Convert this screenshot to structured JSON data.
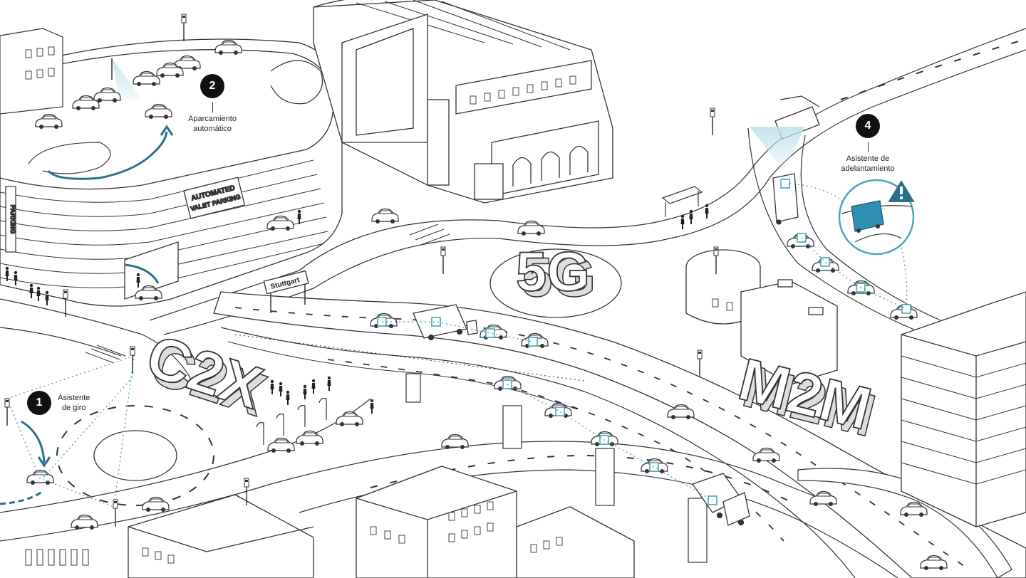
{
  "callouts": [
    {
      "number": "1",
      "line1": "Asistente",
      "line2": "de giro"
    },
    {
      "number": "2",
      "line1": "Aparcamiento",
      "line2": "automático"
    },
    {
      "number": "4",
      "line1": "Asistente de",
      "line2": "adelantamiento"
    }
  ],
  "signs": {
    "valet_line1": "AUTOMATED",
    "valet_line2": "VALET PARKING",
    "parking": "PARKING",
    "stuttgart": "Stuttgart"
  },
  "big_letters": {
    "c2x": "C2X",
    "fiveg": "5G",
    "m2m": "M2M"
  },
  "colors": {
    "line": "#333333",
    "accent": "#4aa7b8",
    "accent_fill": "#bfe3ea",
    "truck_blue": "#2f8fb0",
    "badge": "#111111"
  }
}
